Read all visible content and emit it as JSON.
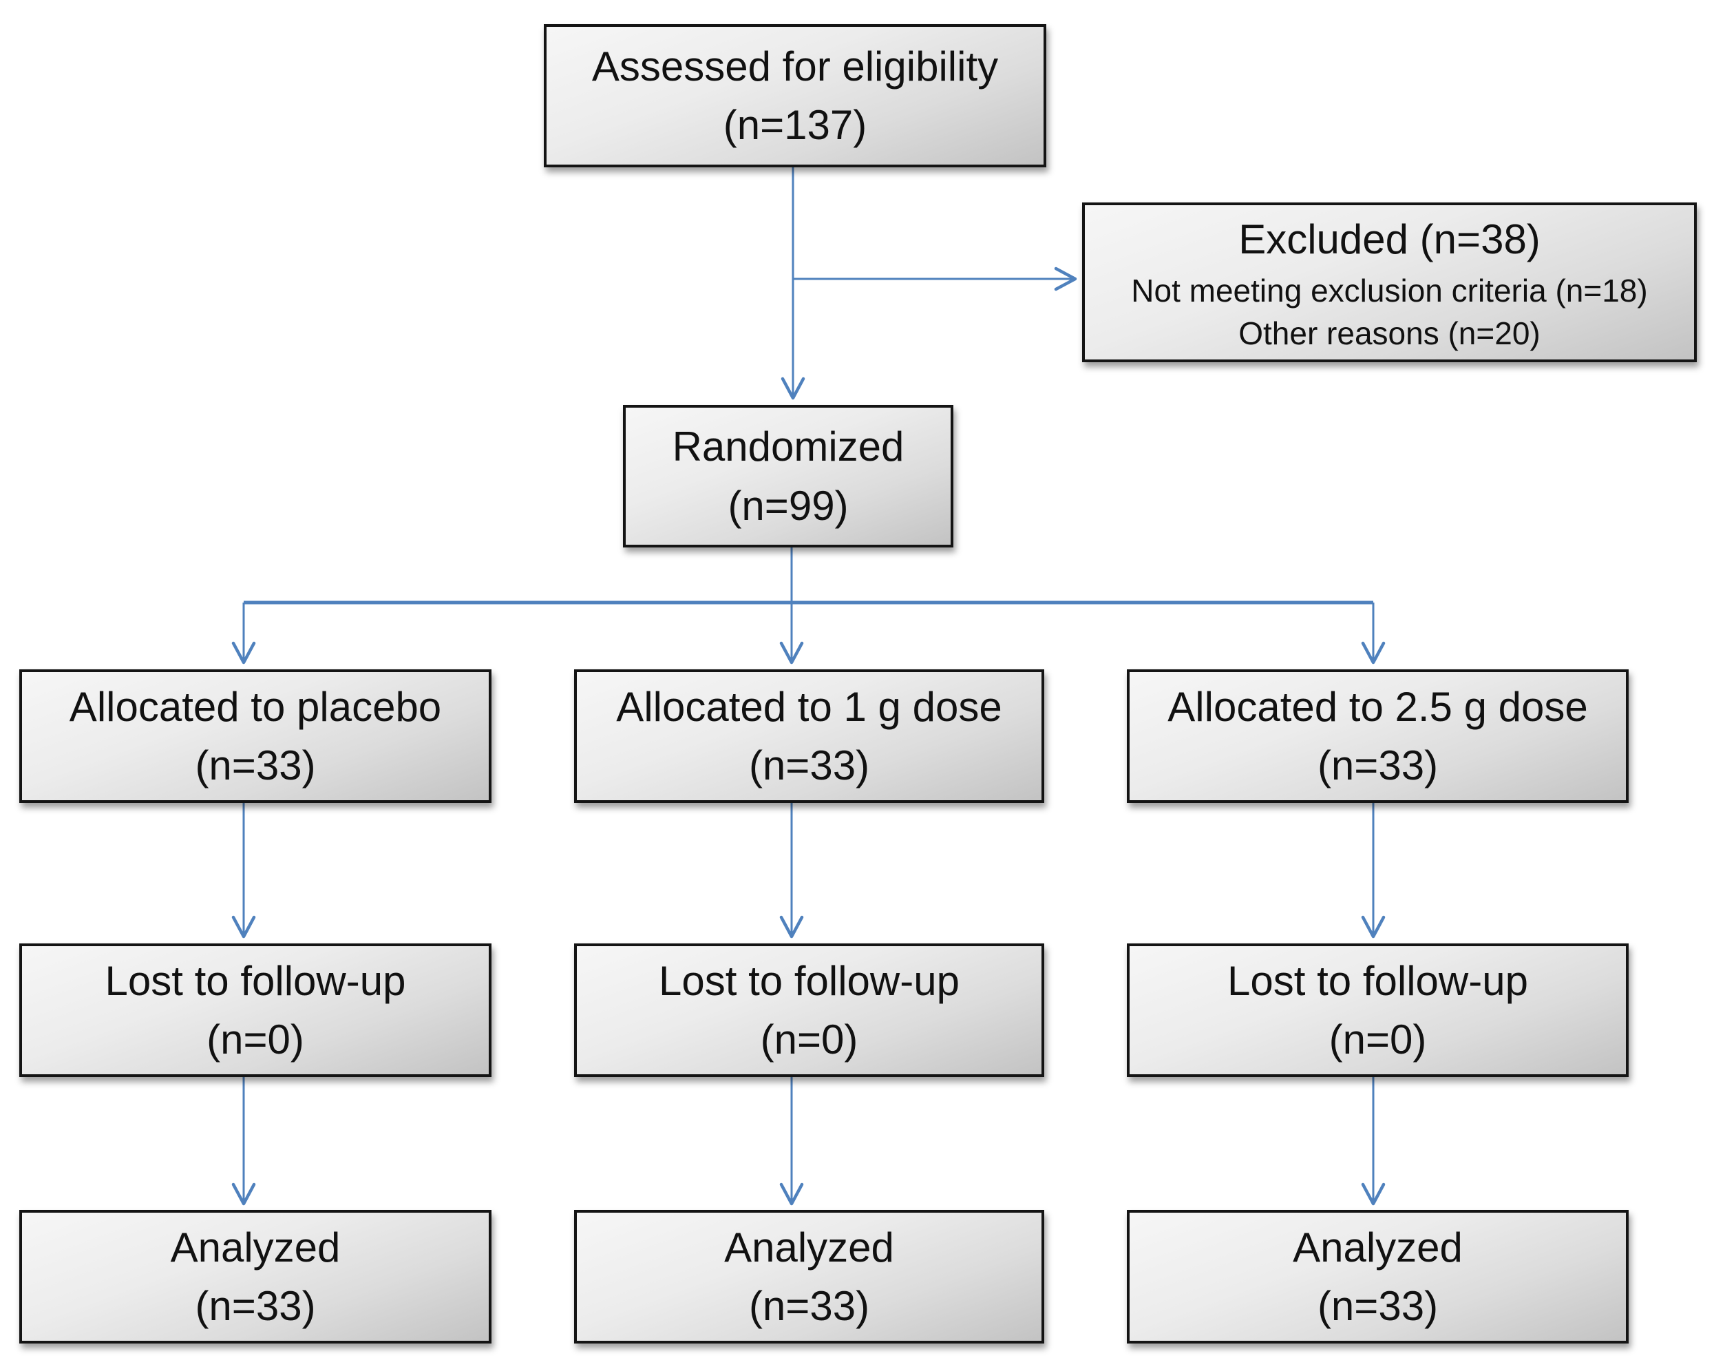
{
  "diagram": {
    "kind": "consort-participant-flow",
    "background_color": "#ffffff",
    "box_border_color": "#141414",
    "box_fill_top": "#f6f6f6",
    "box_fill_bottom": "#c3c3c3",
    "arrow_color": "#4f81bd",
    "nodes": {
      "assessed": {
        "label": "Assessed for eligibility",
        "n": "(n=137)"
      },
      "excluded": {
        "title": "Excluded (n=38)",
        "reasons": [
          "Not meeting exclusion criteria (n=18)",
          "Other reasons (n=20)"
        ]
      },
      "randomized": {
        "label": "Randomized",
        "n": "(n=99)"
      }
    },
    "arms": [
      {
        "allocated": {
          "label": "Allocated to placebo",
          "n": "(n=33)"
        },
        "lost": {
          "label": "Lost to follow-up",
          "n": "(n=0)"
        },
        "analyzed": {
          "label": "Analyzed",
          "n": "(n=33)"
        }
      },
      {
        "allocated": {
          "label": "Allocated to 1 g dose",
          "n": "(n=33)"
        },
        "lost": {
          "label": "Lost to follow-up",
          "n": "(n=0)"
        },
        "analyzed": {
          "label": "Analyzed",
          "n": "(n=33)"
        }
      },
      {
        "allocated": {
          "label": "Allocated to 2.5 g dose",
          "n": "(n=33)"
        },
        "lost": {
          "label": "Lost to follow-up",
          "n": "(n=0)"
        },
        "analyzed": {
          "label": "Analyzed",
          "n": "(n=33)"
        }
      }
    ]
  }
}
